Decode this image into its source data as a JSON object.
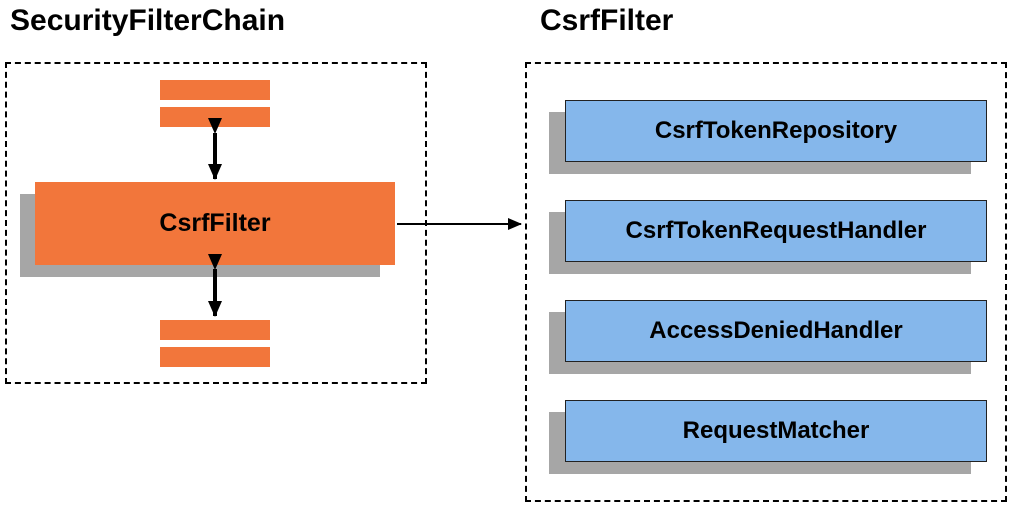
{
  "titles": {
    "left": "SecurityFilterChain",
    "right": "CsrfFilter"
  },
  "security_filter_chain": {
    "filter_label": "CsrfFilter"
  },
  "csrf_filter_components": [
    "CsrfTokenRepository",
    "CsrfTokenRequestHandler",
    "AccessDeniedHandler",
    "RequestMatcher"
  ],
  "colors": {
    "orange": "#F2763B",
    "blue": "#85B7EB",
    "shadow": "#A6A6A6"
  }
}
